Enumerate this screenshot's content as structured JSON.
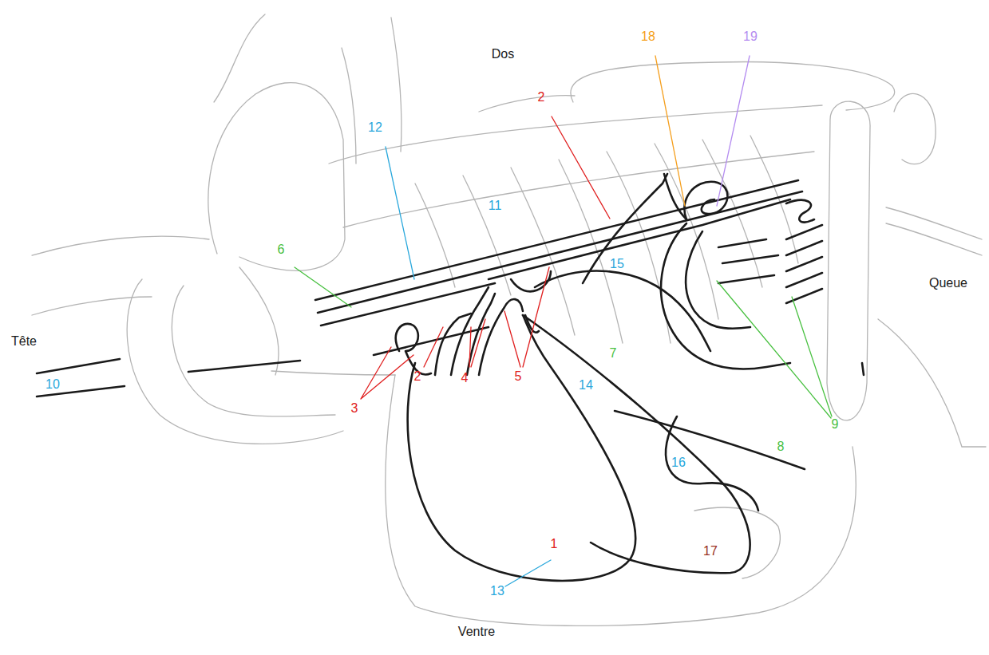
{
  "diagram": {
    "labels": [
      "Dos",
      "18",
      "19",
      "2",
      "12",
      "11",
      "6",
      "Queue",
      "15",
      "Tête",
      "3",
      "2",
      "4",
      "5",
      "7",
      "14",
      "10",
      "9",
      "8",
      "16",
      "1",
      "17",
      "13",
      "Ventre"
    ]
  }
}
